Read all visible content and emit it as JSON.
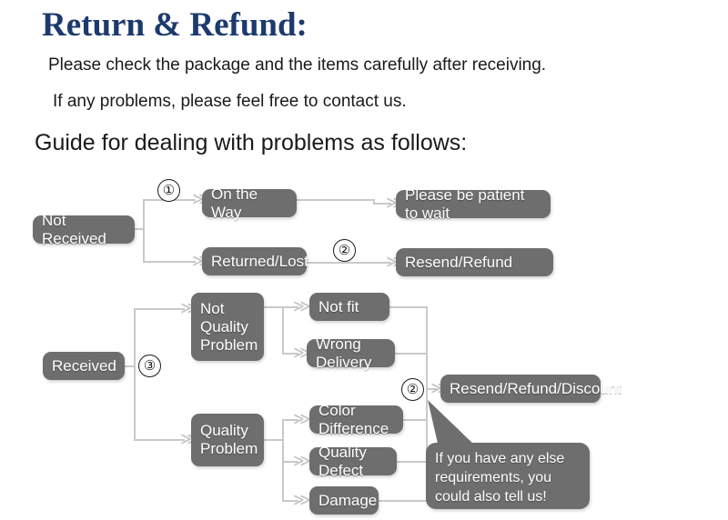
{
  "header": {
    "title": "Return & Refund:",
    "line1": "Please check the package and the items carefully after receiving.",
    "line2": "If any problems, please feel free to contact us.",
    "guide": "Guide for dealing with problems as follows:",
    "title_color": "#1d3a6e"
  },
  "flow": {
    "node_color": "#6e6e6e",
    "connector_color": "#c9c9c9",
    "nodes": {
      "not_received": "Not Received",
      "on_the_way": "On the Way",
      "returned_lost": "Returned/Lost",
      "please_wait": "Please be patient to wait",
      "resend_refund": "Resend/Refund",
      "received": "Received",
      "not_quality_problem": "Not\nQuality\nProblem",
      "quality_problem": "Quality\nProblem",
      "not_fit": "Not fit",
      "wrong_delivery": "Wrong Delivery",
      "color_difference": "Color Difference",
      "quality_defect": "Quality Defect",
      "damage": "Damage",
      "resend_refund_discount": "Resend/Refund/Discount"
    },
    "markers": {
      "one": "①",
      "two_top": "②",
      "three": "③",
      "two_bottom": "②"
    },
    "bubble": "If you have any else requirements, you could also tell us!"
  }
}
